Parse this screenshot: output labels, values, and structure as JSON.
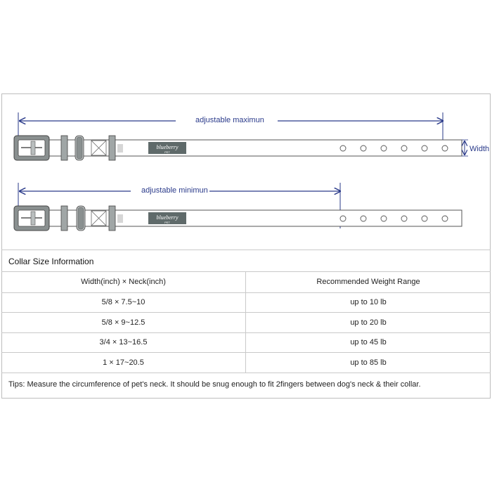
{
  "diagram": {
    "max_label": "adjustable maximun",
    "min_label": "adjustable minimun",
    "width_label": "Width",
    "logo_text": "blueberry",
    "logo_sub": "PET"
  },
  "info": {
    "title": "Collar Size Information",
    "headers": [
      "Width(inch)  ×  Neck(inch)",
      "Recommended Weight Range"
    ],
    "rows": [
      [
        "5/8 × 7.5~10",
        "up to 10 lb"
      ],
      [
        "5/8 × 9~12.5",
        "up to 20 lb"
      ],
      [
        "3/4 × 13~16.5",
        "up to 45 lb"
      ],
      [
        "1 × 17~20.5",
        "up to 85 lb"
      ]
    ],
    "tips": "Tips: Measure the circumference of pet's neck. It should be snug enough to fit 2fingers between dog's neck & their collar."
  },
  "colors": {
    "accent": "#2a3a8a",
    "outline": "#555555",
    "hardware": "#8a9090",
    "logo_bg": "#5f6a6a"
  }
}
